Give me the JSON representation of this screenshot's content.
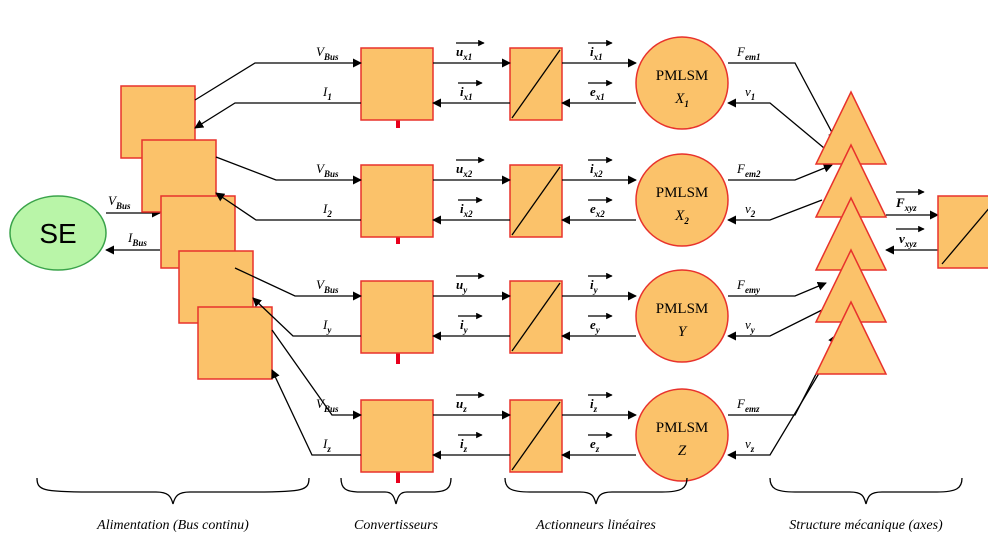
{
  "source": {
    "label": "SE"
  },
  "bus": {
    "v_main": "V",
    "v_main_sub": "Bus",
    "i_main": "I",
    "i_main_sub": "Bus"
  },
  "rows": [
    {
      "v": "V",
      "v_sub": "Bus",
      "i": "I",
      "i_sub": "1",
      "u": "u",
      "u_sub": "x1",
      "ic": "i",
      "ic_sub": "x1",
      "ia": "i",
      "ia_sub": "x1",
      "e": "e",
      "e_sub": "x1",
      "motor": "PMLSM",
      "axis": "X",
      "axis_sub": "1",
      "f": "F",
      "f_sub": "em1",
      "vel": "v",
      "vel_sub": "1"
    },
    {
      "v": "V",
      "v_sub": "Bus",
      "i": "I",
      "i_sub": "2",
      "u": "u",
      "u_sub": "x2",
      "ic": "i",
      "ic_sub": "x2",
      "ia": "i",
      "ia_sub": "x2",
      "e": "e",
      "e_sub": "x2",
      "motor": "PMLSM",
      "axis": "X",
      "axis_sub": "2",
      "f": "F",
      "f_sub": "em2",
      "vel": "v",
      "vel_sub": "2"
    },
    {
      "v": "V",
      "v_sub": "Bus",
      "i": "I",
      "i_sub": "y",
      "u": "u",
      "u_sub": "y",
      "ic": "i",
      "ic_sub": "y",
      "ia": "i",
      "ia_sub": "y",
      "e": "e",
      "e_sub": "y",
      "motor": "PMLSM",
      "axis": "Y",
      "axis_sub": "",
      "f": "F",
      "f_sub": "emy",
      "vel": "v",
      "vel_sub": "y"
    },
    {
      "v": "V",
      "v_sub": "Bus",
      "i": "I",
      "i_sub": "z",
      "u": "u",
      "u_sub": "z",
      "ic": "i",
      "ic_sub": "z",
      "ia": "i",
      "ia_sub": "z",
      "e": "e",
      "e_sub": "z",
      "motor": "PMLSM",
      "axis": "Z",
      "axis_sub": "",
      "f": "F",
      "f_sub": "emz",
      "vel": "v",
      "vel_sub": "z"
    }
  ],
  "output": {
    "f": "F",
    "f_sub": "xyz",
    "v": "v",
    "v_sub": "xyz"
  },
  "sections": {
    "alimentation": "Alimentation (Bus continu)",
    "convertisseurs": "Convertisseurs",
    "actionneurs": "Actionneurs linéaires",
    "structure": "Structure mécanique (axes)"
  },
  "colors": {
    "fill": "#fbc26a",
    "stroke": "#e8322c",
    "se_fill": "#b9f5a8",
    "se_stroke": "#3aa34a",
    "control_arrow": "#e8001c"
  }
}
